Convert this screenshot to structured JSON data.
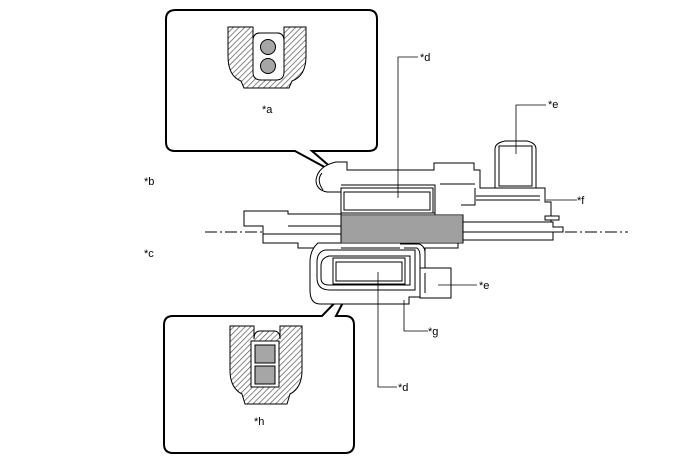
{
  "labels": {
    "a": "*a",
    "b": "*b",
    "c": "*c",
    "d_upper": "*d",
    "d_lower": "*d",
    "e_upper": "*e",
    "e_lower": "*e",
    "f": "*f",
    "g": "*g",
    "h": "*h"
  },
  "colors": {
    "stroke": "#000000",
    "fill_background": "#ffffff",
    "fill_gray": "#a6a6a6",
    "hatch": "#555555"
  }
}
